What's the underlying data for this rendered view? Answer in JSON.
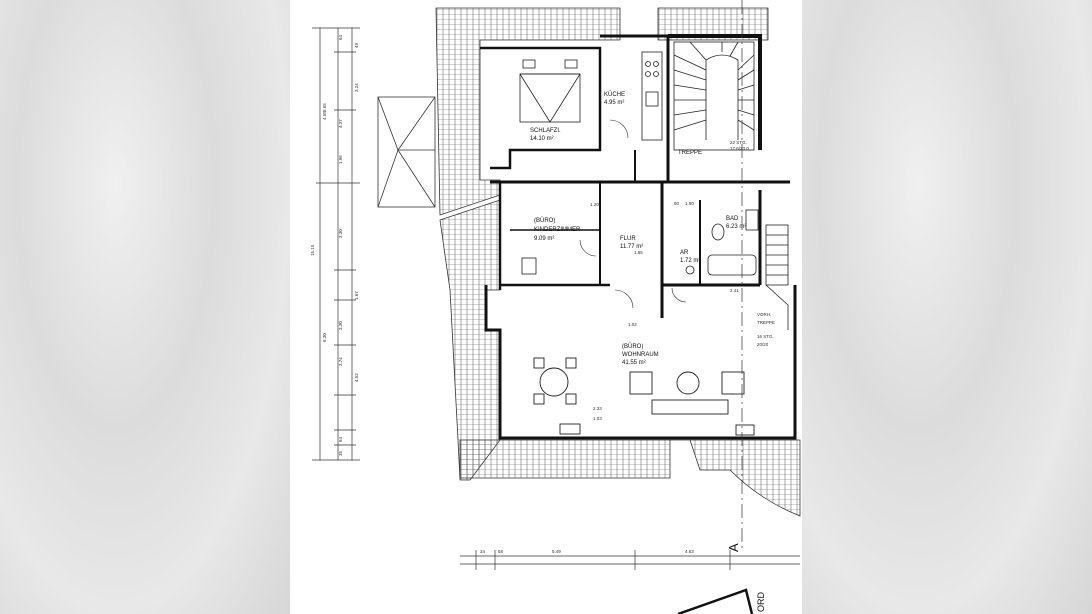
{
  "plan": {
    "rooms": {
      "schlafzimmer": {
        "name": "SCHLAFZI.",
        "area": "14.10 m²"
      },
      "kueche": {
        "name": "KÜCHE",
        "area": "4.95 m²"
      },
      "treppe": {
        "name": "TREPPE",
        "steps": "22 STG.",
        "ratio": "17.6/23.0"
      },
      "kinderzimmer": {
        "prefix": "(BÜRO)",
        "name": "KINDERZIMMER",
        "area": "9.09 m²"
      },
      "flur": {
        "name": "FLUR",
        "area": "11.77 m²"
      },
      "bad": {
        "name": "BAD",
        "area": "6.23 m²"
      },
      "abstellraum": {
        "name": "AR",
        "area": "1.72 m²"
      },
      "wohnraum": {
        "prefix": "(BÜRO)",
        "name": "WOHNRAUM",
        "area": "41.55 m²"
      },
      "vorhaus_treppe": {
        "name": "VORH.",
        "sub": "TREPPE",
        "steps": "16 STG.",
        "ratio": "20/20"
      }
    },
    "section_marker": "A",
    "north_label": "ORD",
    "vertical_dims": [
      "64",
      "49",
      "3.24",
      "4.37",
      "1.96",
      "3.30",
      "4.55",
      "1.67",
      "3.30",
      "3.74",
      "4.52",
      "64",
      "35",
      "15.15",
      "5.65",
      "6.30"
    ],
    "bottom_dims": [
      "34",
      "58",
      "5.49",
      "4.53"
    ],
    "inner_dims": [
      "1.02",
      "2.41",
      "1.85",
      "2.33",
      "1.03",
      "80",
      "1.90",
      "1.20"
    ]
  }
}
